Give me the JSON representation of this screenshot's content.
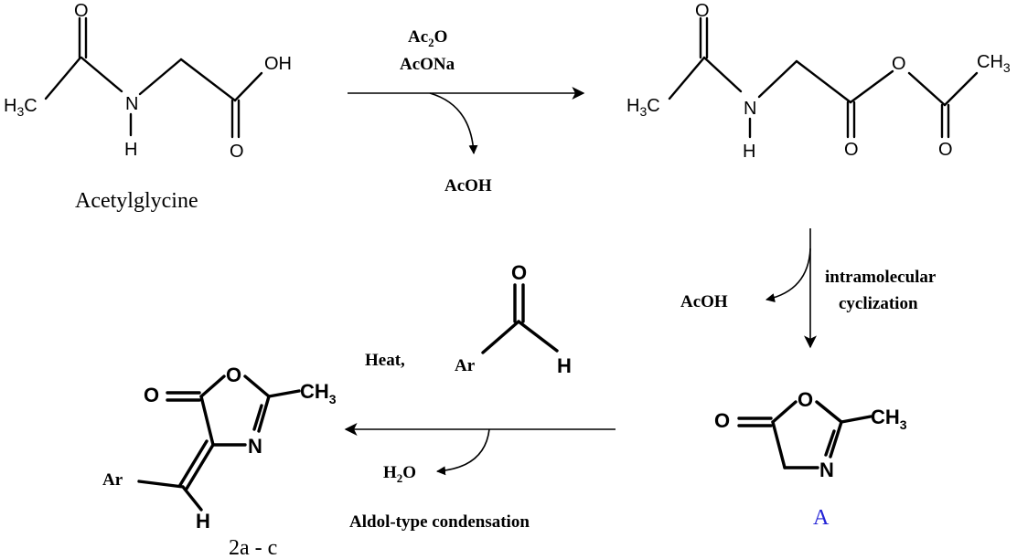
{
  "labels": {
    "acetylglycine": "Acetylglycine",
    "intermediate_a": "A",
    "products": "2a - c"
  },
  "colors": {
    "intermediate_a_label": "#2323d6"
  },
  "reagents": {
    "step1_ac2o_base": "Ac",
    "step1_ac2o_sub": "2",
    "step1_ac2o_tail": "O",
    "step1_acona": "AcONa",
    "step1_byproduct": "AcOH",
    "step2_byproduct": "AcOH",
    "step2_line1": "intramolecular",
    "step2_line2": "cyclization",
    "step3_heat": "Heat,",
    "step3_byproduct_base": "H",
    "step3_byproduct_sub": "2",
    "step3_byproduct_tail": "O",
    "step3_label": "Aldol-type condensation"
  },
  "atoms": {
    "H3C": "H",
    "three": "3",
    "C": "C",
    "CH": "CH",
    "N": "N",
    "H": "H",
    "O": "O",
    "OH": "OH",
    "Ar": "Ar"
  }
}
